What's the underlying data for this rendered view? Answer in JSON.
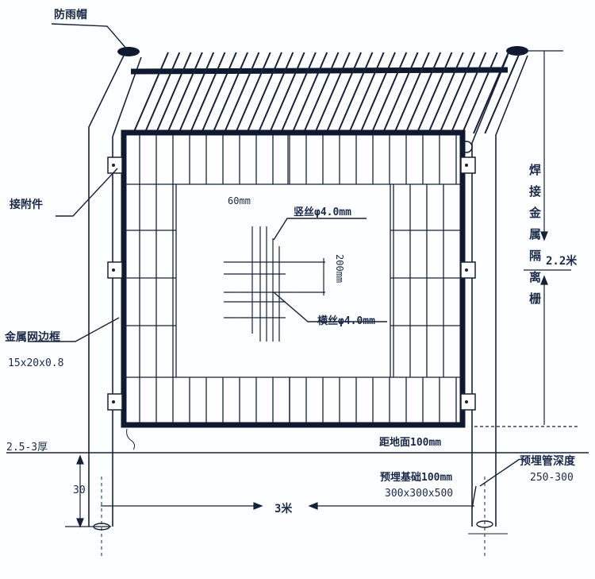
{
  "diagram": {
    "labels": {
      "rain_cap": "防雨帽",
      "connector": "接附件",
      "frame_name": "金属网边框",
      "frame_size": "15x20x0.8",
      "vertical_wire": "竖丝φ4.0mm",
      "horizontal_wire": "横丝φ4.0mm",
      "spacing_h": "60mm",
      "spacing_v": "200mm",
      "title_vertical": "焊接金属隔离栅",
      "height": "2.2米",
      "ground_clearance": "距地面100mm",
      "thickness": "2.5-3厚",
      "depth_left": "30",
      "span": "3米",
      "foundation": "预埋基础100mm",
      "foundation_size": "300x300x500",
      "pipe_depth": "预埋管深度",
      "pipe_depth_value": "250-300"
    },
    "colors": {
      "line": "#16223a",
      "frame": "#0f1a30",
      "text": "#1b2a4a",
      "background": "#fdfeff"
    }
  }
}
